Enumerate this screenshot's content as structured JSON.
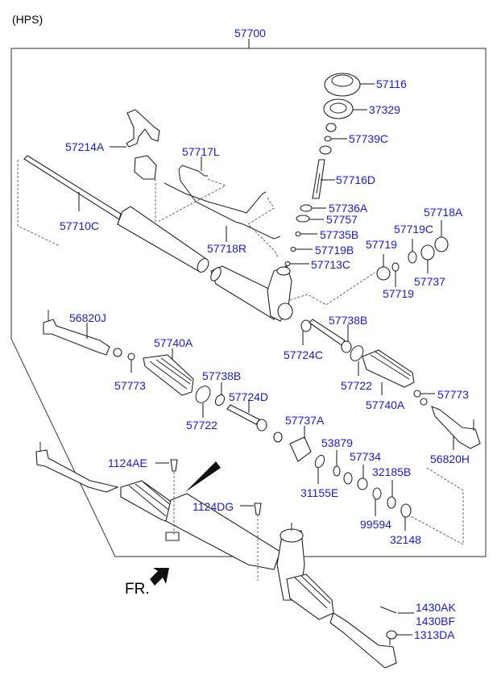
{
  "header": {
    "variant": "(HPS)",
    "assembly_number": "57700",
    "front_indicator": "FR."
  },
  "labels": {
    "l57116": "57116",
    "l37329": "37329",
    "l57214A": "57214A",
    "l57739C": "57739C",
    "l57717L": "57717L",
    "l57716D": "57716D",
    "l57710C": "57710C",
    "l57736A": "57736A",
    "l57757": "57757",
    "l57718R": "57718R",
    "l57735B": "57735B",
    "l57719B": "57719B",
    "l57718A": "57718A",
    "l57719C": "57719C",
    "l57719a": "57719",
    "l57713C": "57713C",
    "l57737": "57737",
    "l57719b": "57719",
    "l56820J": "56820J",
    "l57738B_r": "57738B",
    "l57724C": "57724C",
    "l57740A_l": "57740A",
    "l57722_r": "57722",
    "l57738B_l": "57738B",
    "l57773_l": "57773",
    "l57740A_r": "57740A",
    "l57773_r": "57773",
    "l57724D": "57724D",
    "l57722_l": "57722",
    "l57737A": "57737A",
    "l53879": "53879",
    "l57734": "57734",
    "l56820H": "56820H",
    "l32185B": "32185B",
    "l31155E": "31155E",
    "l1124AE": "1124AE",
    "l99594": "99594",
    "l1124DG": "1124DG",
    "l32148": "32148",
    "l1430AK": "1430AK",
    "l1430BF": "1430BF",
    "l1313DA": "1313DA"
  },
  "colors": {
    "label": "#1a1adc",
    "line": "#222222",
    "frame": "#555555"
  }
}
